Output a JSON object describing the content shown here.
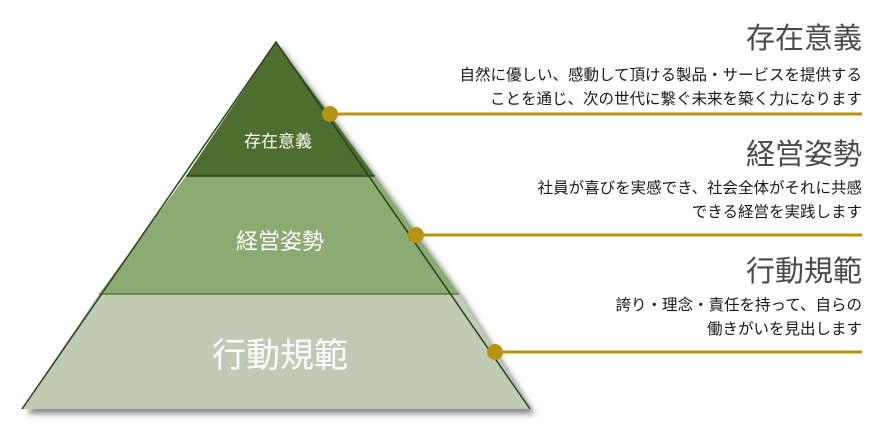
{
  "pyramid": {
    "tiers": [
      {
        "label": "存在意義",
        "color": "#4e6e2e"
      },
      {
        "label": "経営姿勢",
        "color": "#8cab72"
      },
      {
        "label": "行動規範",
        "color": "#c0cbb5"
      }
    ]
  },
  "callouts": [
    {
      "title": "存在意義",
      "lines": [
        "自然に優しい、感動して頂ける製品・サービスを提供する",
        "ことを通じ、次の世代に繋ぐ未来を築く力になります"
      ]
    },
    {
      "title": "経営姿勢",
      "lines": [
        "社員が喜びを実感でき、社会全体がそれに共感",
        "できる経営を実践します"
      ]
    },
    {
      "title": "行動規範",
      "lines": [
        "誇り・理念・責任を持って、自らの",
        "働きがいを見出します"
      ]
    }
  ],
  "colors": {
    "connector": "#b8930f",
    "edge": "#27421c",
    "title": "#4a4a4a"
  }
}
